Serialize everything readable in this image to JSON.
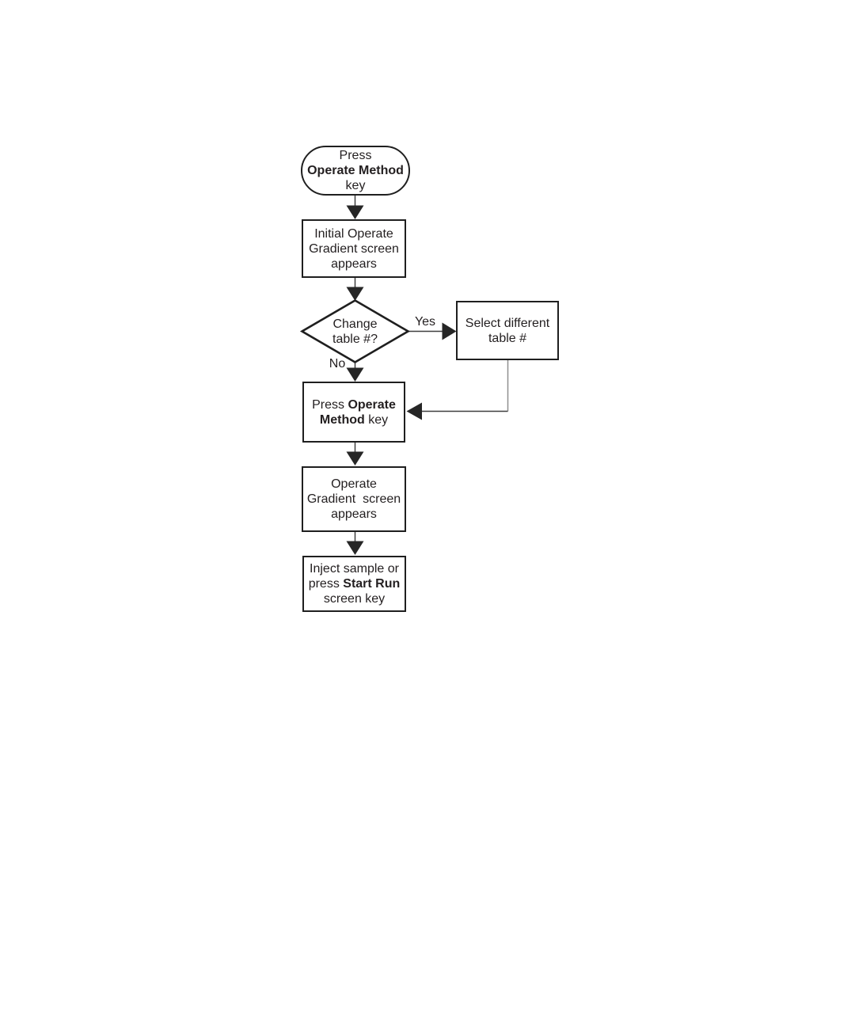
{
  "page": {
    "background": "#ffffff"
  },
  "diagram": {
    "kind": "flowchart",
    "colors": {
      "node_border": "#1f1f1f",
      "node_fill": "#ffffff",
      "text": "#231f20",
      "connector": "#3f3f3f",
      "connector_light": "#8f8f8f",
      "arrowhead": "#262626"
    },
    "nodes": {
      "start": {
        "shape": "terminator",
        "line1": "Press",
        "line2_bold": "Operate Method",
        "line3": "key"
      },
      "initial_screen": {
        "shape": "process",
        "line1": "Initial Operate",
        "line2": "Gradient screen",
        "line3": "appears"
      },
      "decision": {
        "shape": "decision",
        "line1": "Change",
        "line2": "table #?"
      },
      "select_table": {
        "shape": "process",
        "line1": "Select different",
        "line2": "table #"
      },
      "press_key": {
        "shape": "process",
        "line1_pre": "Press ",
        "line1_bold": "Operate",
        "line2_bold": "Method",
        "line2_post": " key"
      },
      "operate_screen": {
        "shape": "process",
        "line1": "Operate",
        "line2": "Gradient  screen",
        "line3": "appears"
      },
      "inject": {
        "shape": "process",
        "line1": "Inject sample or",
        "line2_pre": "press ",
        "line2_bold": "Start Run",
        "line3": "screen key"
      }
    },
    "edge_labels": {
      "yes": "Yes",
      "no": "No"
    }
  }
}
